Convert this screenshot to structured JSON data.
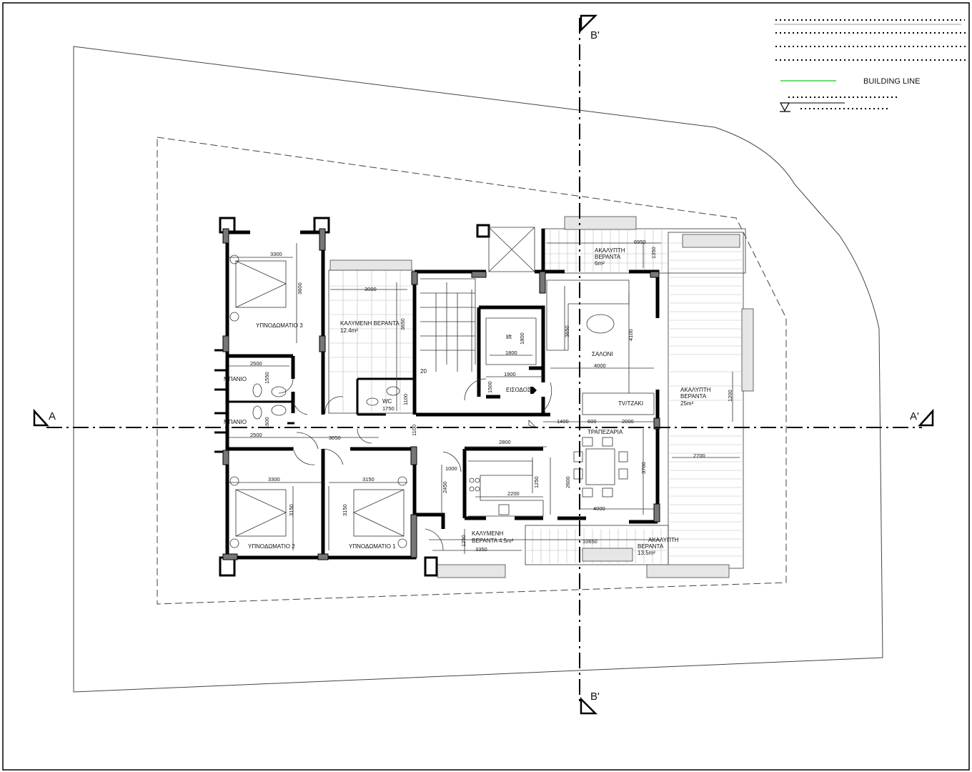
{
  "legend": {
    "building_line_label": "BUILDING LINE",
    "building_line_color": "#6fdc6f"
  },
  "sections": {
    "a": "A",
    "a_prime": "A'",
    "b_prime_top": "B'",
    "b_prime_bottom": "B'"
  },
  "rooms": {
    "bedroom3": "ΥΠΝΟΔΩΜΑΤΙΟ 3",
    "bedroom2": "ΥΠΝΟΔΩΜΑΤΙΟ 2",
    "bedroom1": "ΥΠΝΟΔΩΜΑΤΙΟ 1",
    "bath1": "ΜΠΑΝΙΟ",
    "bath2": "ΜΠΑΝΙΟ",
    "wc": "WC",
    "covered_veranda_top": "ΚΑΛΥΜΕΝΗ ΒΕΡΑΝΤΑ",
    "covered_veranda_top_area": "12.4m²",
    "lift": "lift",
    "entrance": "ΕΙΣΟΔΟΣ",
    "living": "ΣΑΛΟΝΙ",
    "tv": "TV/TZAKI",
    "dining": "ΤΡΑΠΕΖΑΡΙΑ",
    "uncovered_top": "ΑΚΑΛΥΠΤΗ",
    "uncovered_top_2": "ΒΕΡΑΝΤΑ",
    "uncovered_top_area": "6m²",
    "uncovered_right": "ΑΚΑΛΥΠΤΗ",
    "uncovered_right_2": "ΒΕΡΑΝΤΑ",
    "uncovered_right_area": "25m²",
    "covered_bottom": "ΚΑΛΥΜΕΝΗ",
    "covered_bottom_2": "ΒΕΡΑΝΤΑ 4.5m²",
    "uncovered_bottom": "ΑΚΑΛΥΠΤΗ",
    "uncovered_bottom_2": "ΒΕΡΑΝΤΑ",
    "uncovered_bottom_area": "13.5m²",
    "stair_count": "20"
  },
  "dimensions": {
    "b3_w": "3300",
    "b3_h": "3600",
    "ver_w": "3000",
    "ver_h": "3650",
    "bath1_w": "2500",
    "bath1_h": "1550",
    "bath2_w": "2500",
    "bath2_h": "1600",
    "corr": "3050",
    "wc_w": "1750",
    "wc_h": "1100",
    "corr_h": "1100",
    "lift_w": "1800",
    "lift_h": "1800",
    "entr_w": "1900",
    "entr_h": "1500",
    "sofa": "3650",
    "living_h": "4100",
    "living_w": "4000",
    "top_ver": "6950",
    "top_ver_h": "1350",
    "right_ver_h": "1200",
    "d1400": "1400",
    "d600": "600",
    "d2000": "2000",
    "kitchen_w": "2800",
    "kitchen_h": "2600",
    "kitchen_in": "2200",
    "kitchen_in_h": "1250",
    "door1000": "1000",
    "d2450": "2450",
    "dining_h": "3700",
    "dining_w": "4000",
    "right_w": "2700",
    "b2_w": "3300",
    "b2_h": "3150",
    "b1_w": "3150",
    "b1_h": "3150",
    "bot_ver_h": "1250",
    "bot_ver_w": "3350",
    "bot_total": "10650"
  }
}
